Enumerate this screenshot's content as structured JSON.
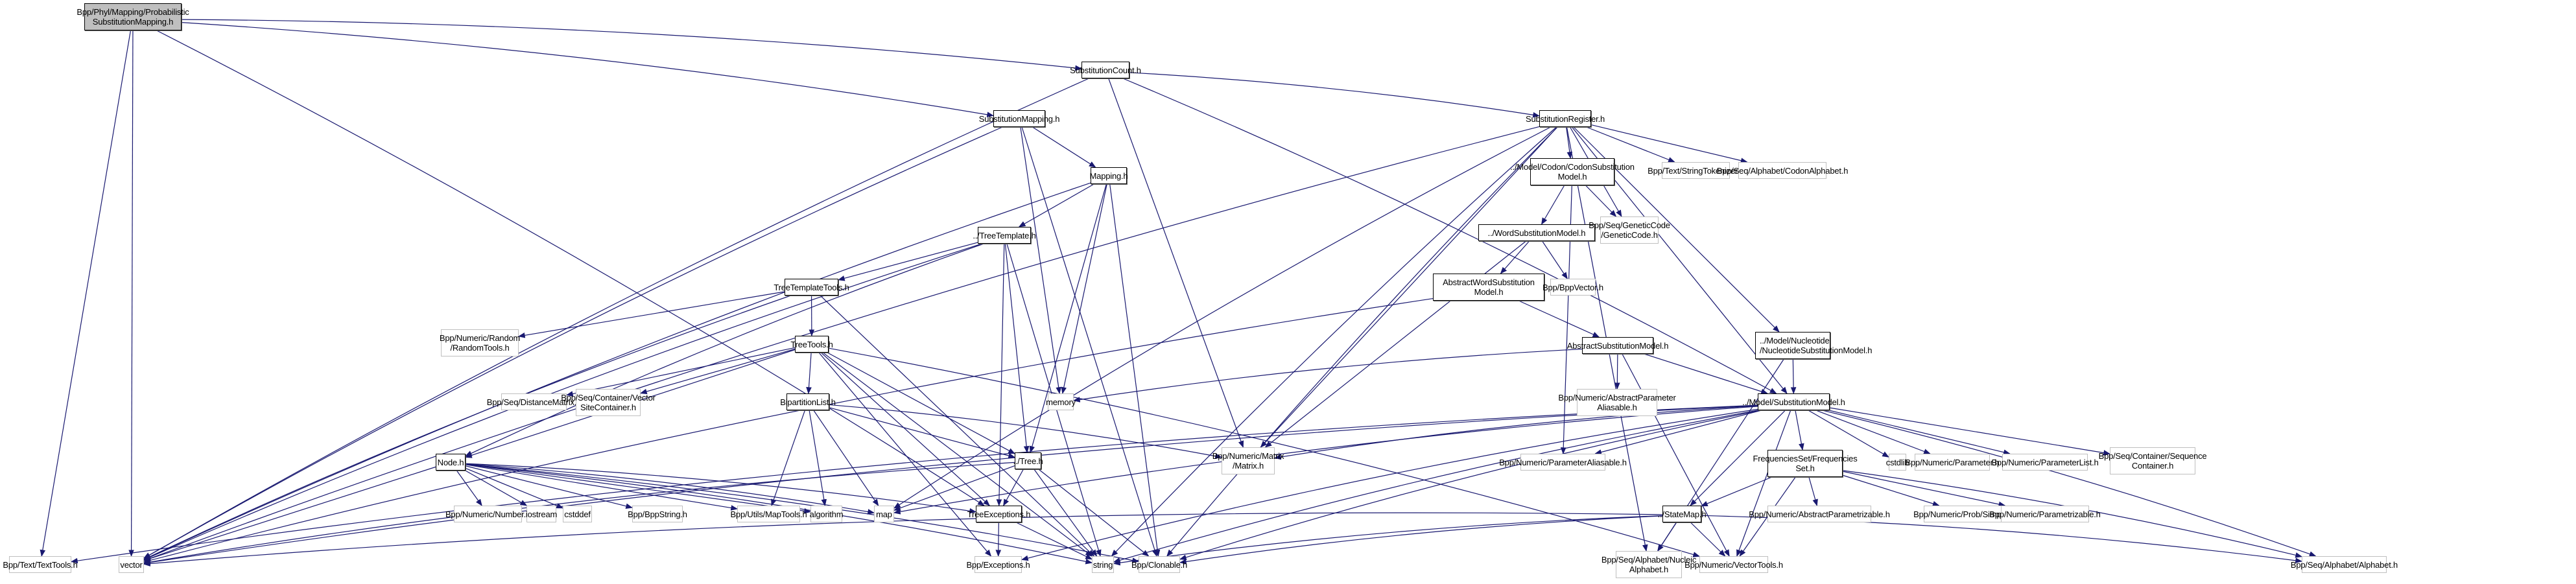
{
  "diagram": {
    "title": "Bpp/Phyl/Mapping/ProbabilisticSubstitutionMapping.h include dependency graph",
    "edge_color": "#191970",
    "nodes": [
      {
        "id": "root",
        "label": "Bpp/Phyl/Mapping/Probabilistic\nSubstitutionMapping.h",
        "kind": "root"
      },
      {
        "id": "subcount",
        "label": "SubstitutionCount.h",
        "kind": "internal"
      },
      {
        "id": "submapping",
        "label": "SubstitutionMapping.h",
        "kind": "internal"
      },
      {
        "id": "subregister",
        "label": "SubstitutionRegister.h",
        "kind": "internal"
      },
      {
        "id": "mapping",
        "label": "Mapping.h",
        "kind": "internal"
      },
      {
        "id": "codonsubmodel",
        "label": "../Model/Codon/CodonSubstitution\nModel.h",
        "kind": "internal"
      },
      {
        "id": "stringtok",
        "label": "Bpp/Text/StringTokenizer.h",
        "kind": "external"
      },
      {
        "id": "codonalpha",
        "label": "Bpp/Seq/Alphabet/CodonAlphabet.h",
        "kind": "external"
      },
      {
        "id": "treetemplate",
        "label": "../TreeTemplate.h",
        "kind": "internal"
      },
      {
        "id": "wordsubmodel",
        "label": "../WordSubstitutionModel.h",
        "kind": "internal"
      },
      {
        "id": "geneticcode",
        "label": "Bpp/Seq/GeneticCode\n/GeneticCode.h",
        "kind": "external"
      },
      {
        "id": "treetemplatetools",
        "label": "TreeTemplateTools.h",
        "kind": "internal"
      },
      {
        "id": "abswordsub",
        "label": "AbstractWordSubstitution\nModel.h",
        "kind": "internal"
      },
      {
        "id": "bppvector",
        "label": "Bpp/BppVector.h",
        "kind": "external"
      },
      {
        "id": "randomtools",
        "label": "Bpp/Numeric/Random\n/RandomTools.h",
        "kind": "external"
      },
      {
        "id": "treetools",
        "label": "TreeTools.h",
        "kind": "internal"
      },
      {
        "id": "abssubmodel",
        "label": "AbstractSubstitutionModel.h",
        "kind": "internal"
      },
      {
        "id": "nucsubmodel",
        "label": "../Model/Nucleotide\n/NucleotideSubstitutionModel.h",
        "kind": "internal"
      },
      {
        "id": "distmatrix",
        "label": "Bpp/Seq/DistanceMatrix.h",
        "kind": "external"
      },
      {
        "id": "vectorsite",
        "label": "Bpp/Seq/Container/Vector\nSiteContainer.h",
        "kind": "external"
      },
      {
        "id": "bipartition",
        "label": "BipartitionList.h",
        "kind": "internal"
      },
      {
        "id": "memory",
        "label": "memory",
        "kind": "external"
      },
      {
        "id": "absparamalias",
        "label": "Bpp/Numeric/AbstractParameter\nAliasable.h",
        "kind": "external"
      },
      {
        "id": "submodel",
        "label": "../Model/SubstitutionModel.h",
        "kind": "internal"
      },
      {
        "id": "nodeh",
        "label": "Node.h",
        "kind": "internal"
      },
      {
        "id": "tree",
        "label": "../Tree.h",
        "kind": "internal"
      },
      {
        "id": "matrix",
        "label": "Bpp/Numeric/Matrix\n/Matrix.h",
        "kind": "external"
      },
      {
        "id": "paramalias",
        "label": "Bpp/Numeric/ParameterAliasable.h",
        "kind": "external"
      },
      {
        "id": "freqset",
        "label": "FrequenciesSet/Frequencies\nSet.h",
        "kind": "internal"
      },
      {
        "id": "cstdlib",
        "label": "cstdlib",
        "kind": "external"
      },
      {
        "id": "parameter",
        "label": "Bpp/Numeric/Parameter.h",
        "kind": "external"
      },
      {
        "id": "paramlist",
        "label": "Bpp/Numeric/ParameterList.h",
        "kind": "external"
      },
      {
        "id": "seqcontainer",
        "label": "Bpp/Seq/Container/Sequence\nContainer.h",
        "kind": "external"
      },
      {
        "id": "number",
        "label": "Bpp/Numeric/Number.h",
        "kind": "external"
      },
      {
        "id": "iostream",
        "label": "iostream",
        "kind": "external"
      },
      {
        "id": "cstddef",
        "label": "cstddef",
        "kind": "external"
      },
      {
        "id": "bppstring",
        "label": "Bpp/BppString.h",
        "kind": "external"
      },
      {
        "id": "maptools",
        "label": "Bpp/Utils/MapTools.h",
        "kind": "external"
      },
      {
        "id": "algorithm",
        "label": "algorithm",
        "kind": "external"
      },
      {
        "id": "map",
        "label": "map",
        "kind": "external"
      },
      {
        "id": "treeexceptions",
        "label": "TreeExceptions.h",
        "kind": "internal"
      },
      {
        "id": "statemap",
        "label": "../StateMap.h",
        "kind": "internal"
      },
      {
        "id": "absparametrizable",
        "label": "Bpp/Numeric/AbstractParametrizable.h",
        "kind": "external"
      },
      {
        "id": "simplex",
        "label": "Bpp/Numeric/Prob/Simplex.h",
        "kind": "external"
      },
      {
        "id": "parametrizable",
        "label": "Bpp/Numeric/Parametrizable.h",
        "kind": "external"
      },
      {
        "id": "texttools",
        "label": "Bpp/Text/TextTools.h",
        "kind": "external"
      },
      {
        "id": "vector",
        "label": "vector",
        "kind": "external"
      },
      {
        "id": "exceptions",
        "label": "Bpp/Exceptions.h",
        "kind": "external"
      },
      {
        "id": "string",
        "label": "string",
        "kind": "external"
      },
      {
        "id": "clonable",
        "label": "Bpp/Clonable.h",
        "kind": "external"
      },
      {
        "id": "nucalpha",
        "label": "Bpp/Seq/Alphabet/Nucleic\nAlphabet.h",
        "kind": "external"
      },
      {
        "id": "vectortools",
        "label": "Bpp/Numeric/VectorTools.h",
        "kind": "external"
      },
      {
        "id": "alphabet",
        "label": "Bpp/Seq/Alphabet/Alphabet.h",
        "kind": "external"
      }
    ],
    "edges": [
      [
        "root",
        "subcount"
      ],
      [
        "root",
        "submapping"
      ],
      [
        "root",
        "texttools"
      ],
      [
        "root",
        "vector"
      ],
      [
        "root",
        "treeexceptions"
      ],
      [
        "subcount",
        "subregister"
      ],
      [
        "subcount",
        "vector"
      ],
      [
        "subcount",
        "matrix"
      ],
      [
        "subcount",
        "submodel"
      ],
      [
        "submapping",
        "mapping"
      ],
      [
        "submapping",
        "vector"
      ],
      [
        "submapping",
        "memory"
      ],
      [
        "submapping",
        "clonable"
      ],
      [
        "subregister",
        "codonsubmodel"
      ],
      [
        "subregister",
        "stringtok"
      ],
      [
        "subregister",
        "codonalpha"
      ],
      [
        "subregister",
        "geneticcode"
      ],
      [
        "subregister",
        "submodel"
      ],
      [
        "subregister",
        "nucsubmodel"
      ],
      [
        "subregister",
        "vector"
      ],
      [
        "subregister",
        "string"
      ],
      [
        "subregister",
        "matrix"
      ],
      [
        "subregister",
        "map"
      ],
      [
        "subregister",
        "nucalpha"
      ],
      [
        "subregister",
        "clonable"
      ],
      [
        "mapping",
        "treetemplate"
      ],
      [
        "mapping",
        "tree"
      ],
      [
        "mapping",
        "vector"
      ],
      [
        "mapping",
        "memory"
      ],
      [
        "mapping",
        "clonable"
      ],
      [
        "codonsubmodel",
        "wordsubmodel"
      ],
      [
        "codonsubmodel",
        "geneticcode"
      ],
      [
        "codonsubmodel",
        "paramalias"
      ],
      [
        "wordsubmodel",
        "abswordsub"
      ],
      [
        "wordsubmodel",
        "bppvector"
      ],
      [
        "wordsubmodel",
        "matrix"
      ],
      [
        "abswordsub",
        "abssubmodel"
      ],
      [
        "abswordsub",
        "vector"
      ],
      [
        "treetemplate",
        "treetemplatetools"
      ],
      [
        "treetemplate",
        "tree"
      ],
      [
        "treetemplate",
        "treeexceptions"
      ],
      [
        "treetemplate",
        "vector"
      ],
      [
        "treetemplate",
        "string"
      ],
      [
        "treetemplate",
        "nodeh"
      ],
      [
        "treetemplatetools",
        "treetools"
      ],
      [
        "treetemplatetools",
        "randomtools"
      ],
      [
        "treetemplatetools",
        "vector"
      ],
      [
        "treetemplatetools",
        "string"
      ],
      [
        "treetools",
        "bipartition"
      ],
      [
        "treetools",
        "distmatrix"
      ],
      [
        "treetools",
        "vectorsite"
      ],
      [
        "treetools",
        "nodeh"
      ],
      [
        "treetools",
        "tree"
      ],
      [
        "treetools",
        "treeexceptions"
      ],
      [
        "treetools",
        "exceptions"
      ],
      [
        "treetools",
        "vectortools"
      ],
      [
        "treetools",
        "string"
      ],
      [
        "bipartition",
        "tree"
      ],
      [
        "bipartition",
        "maptools"
      ],
      [
        "bipartition",
        "algorithm"
      ],
      [
        "bipartition",
        "map"
      ],
      [
        "bipartition",
        "matrix"
      ],
      [
        "abssubmodel",
        "submodel"
      ],
      [
        "abssubmodel",
        "absparamalias"
      ],
      [
        "abssubmodel",
        "vectortools"
      ],
      [
        "abssubmodel",
        "memory"
      ],
      [
        "nucsubmodel",
        "submodel"
      ],
      [
        "nucsubmodel",
        "nucalpha"
      ],
      [
        "submodel",
        "freqset"
      ],
      [
        "submodel",
        "statemap"
      ],
      [
        "submodel",
        "cstdlib"
      ],
      [
        "submodel",
        "parameter"
      ],
      [
        "submodel",
        "paramlist"
      ],
      [
        "submodel",
        "seqcontainer"
      ],
      [
        "submodel",
        "alphabet"
      ],
      [
        "submodel",
        "matrix"
      ],
      [
        "submodel",
        "paramalias"
      ],
      [
        "submodel",
        "vectortools"
      ],
      [
        "submodel",
        "map"
      ],
      [
        "submodel",
        "vector"
      ],
      [
        "submodel",
        "string"
      ],
      [
        "submodel",
        "exceptions"
      ],
      [
        "submodel",
        "texttools"
      ],
      [
        "submodel",
        "clonable"
      ],
      [
        "freqset",
        "statemap"
      ],
      [
        "freqset",
        "absparametrizable"
      ],
      [
        "freqset",
        "simplex"
      ],
      [
        "freqset",
        "parametrizable"
      ],
      [
        "freqset",
        "alphabet"
      ],
      [
        "freqset",
        "vectortools"
      ],
      [
        "statemap",
        "nucalpha"
      ],
      [
        "statemap",
        "vectortools"
      ],
      [
        "statemap",
        "alphabet"
      ],
      [
        "statemap",
        "string"
      ],
      [
        "statemap",
        "vector"
      ],
      [
        "statemap",
        "clonable"
      ],
      [
        "nodeh",
        "number"
      ],
      [
        "nodeh",
        "iostream"
      ],
      [
        "nodeh",
        "cstddef"
      ],
      [
        "nodeh",
        "bppstring"
      ],
      [
        "nodeh",
        "maptools"
      ],
      [
        "nodeh",
        "algorithm"
      ],
      [
        "nodeh",
        "map"
      ],
      [
        "nodeh",
        "vector"
      ],
      [
        "nodeh",
        "treeexceptions"
      ],
      [
        "nodeh",
        "string"
      ],
      [
        "nodeh",
        "clonable"
      ],
      [
        "tree",
        "treeexceptions"
      ],
      [
        "tree",
        "map"
      ],
      [
        "tree",
        "string"
      ],
      [
        "tree",
        "vector"
      ],
      [
        "tree",
        "clonable"
      ],
      [
        "treeexceptions",
        "exceptions"
      ],
      [
        "treeexceptions",
        "string"
      ]
    ]
  }
}
